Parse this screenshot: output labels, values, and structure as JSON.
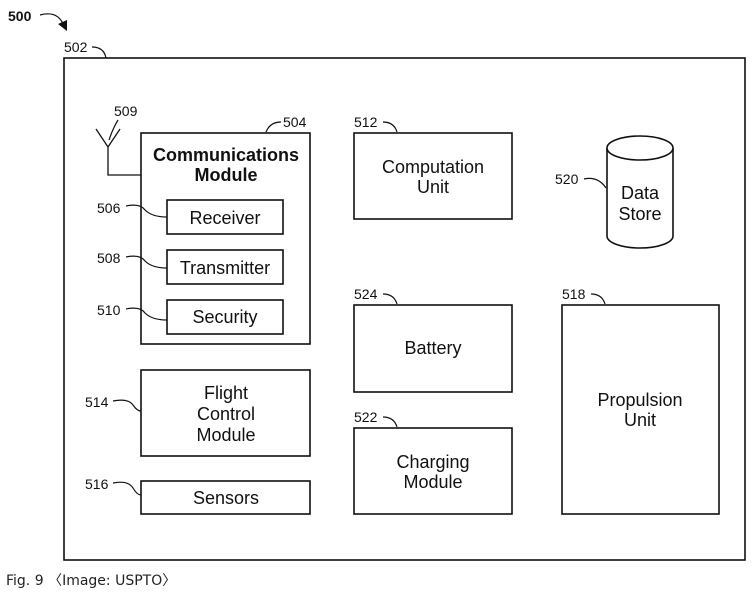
{
  "figure": {
    "ref": "500",
    "caption": "Fig. 9 〈Image: USPTO〉"
  },
  "refs": {
    "outer": "502",
    "antenna": "509",
    "comm": "504",
    "receiver": "506",
    "transmitter": "508",
    "security": "510",
    "computation": "512",
    "datastore": "520",
    "battery": "524",
    "propulsion": "518",
    "flight": "514",
    "charging": "522",
    "sensors": "516"
  },
  "labels": {
    "comm_line1": "Communications",
    "comm_line2": "Module",
    "receiver": "Receiver",
    "transmitter": "Transmitter",
    "security": "Security",
    "computation_line1": "Computation",
    "computation_line2": "Unit",
    "datastore_line1": "Data",
    "datastore_line2": "Store",
    "battery": "Battery",
    "propulsion_line1": "Propulsion",
    "propulsion_line2": "Unit",
    "flight_line1": "Flight",
    "flight_line2": "Control",
    "flight_line3": "Module",
    "charging_line1": "Charging",
    "charging_line2": "Module",
    "sensors": "Sensors"
  }
}
